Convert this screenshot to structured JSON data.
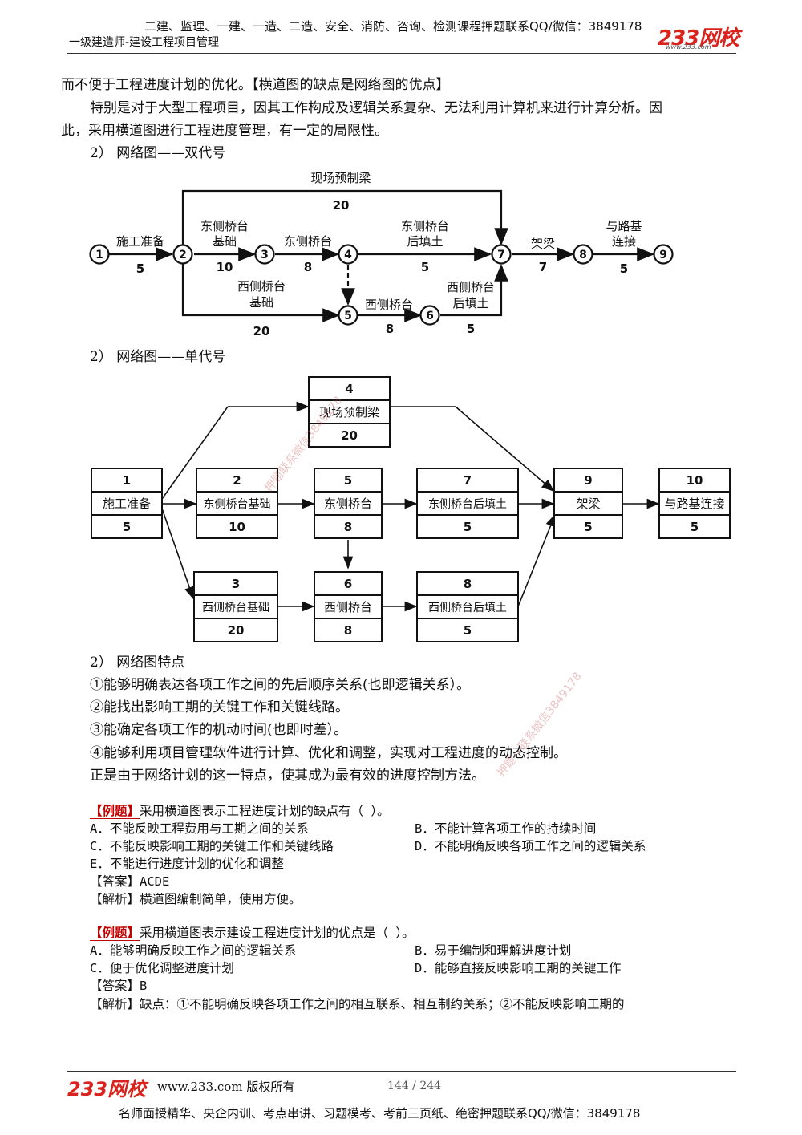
{
  "header": {
    "ad_line": "二建、监理、一建、一造、二造、安全、消防、咨询、检测课程押题联系QQ/微信：3849178",
    "subtitle": "一级建造师-建设工程项目管理",
    "logo": "233网校",
    "logo_url": "www.233.com"
  },
  "body": {
    "p1": "而不便于工程进度计划的优化。【横道图的缺点是网络图的优点】",
    "p2a": "特别是对于大型工程项目，因其工作构成及逻辑关系复杂、无法利用计算机来进行计算分析。因",
    "p2b": "此，采用横道图进行工程进度管理，有一定的局限性。",
    "h_double": "2） 网络图——双代号",
    "h_single": "2） 网络图——单代号",
    "h_feature": "2） 网络图特点",
    "f1": "①能够明确表达各项工作之间的先后顺序关系(也即逻辑关系）。",
    "f2": "②能找出影响工期的关键工作和关键线路。",
    "f3": "③能确定各项工作的机动时间(也即时差）。",
    "f4": "④能够利用项目管理软件进行计算、优化和调整，实现对工程进度的动态控制。",
    "f5": "正是由于网络计划的这一特点，使其成为最有效的进度控制方法。"
  },
  "double_code": {
    "nodes": [
      "1",
      "2",
      "3",
      "4",
      "5",
      "6",
      "7",
      "8",
      "9"
    ],
    "top_label": "现场预制梁",
    "top_dur": "20",
    "a12_label": "施工准备",
    "a12_dur": "5",
    "a23_label1": "东侧桥台",
    "a23_label2": "基础",
    "a23_dur": "10",
    "a34_label": "东侧桥台",
    "a34_dur": "8",
    "a47_label1": "东侧桥台",
    "a47_label2": "后填土",
    "a47_dur": "5",
    "a78_label": "架梁",
    "a78_dur": "7",
    "a89_label1": "与路基",
    "a89_label2": "连接",
    "a89_dur": "5",
    "a25_label1": "西侧桥台",
    "a25_label2": "基础",
    "a25_dur": "20",
    "a56_label": "西侧桥台",
    "a56_dur": "8",
    "a67_label1": "西侧桥台",
    "a67_label2": "后填土",
    "a67_dur": "5"
  },
  "single_code": {
    "boxes": [
      {
        "id": "4",
        "name": "现场预制梁",
        "dur": "20"
      },
      {
        "id": "1",
        "name": "施工准备",
        "dur": "5"
      },
      {
        "id": "2",
        "name": "东侧桥台基础",
        "dur": "10"
      },
      {
        "id": "5",
        "name": "东侧桥台",
        "dur": "8"
      },
      {
        "id": "7",
        "name": "东侧桥台后填土",
        "dur": "5"
      },
      {
        "id": "9",
        "name": "架梁",
        "dur": "5"
      },
      {
        "id": "10",
        "name": "与路基连接",
        "dur": "5"
      },
      {
        "id": "3",
        "name": "西侧桥台基础",
        "dur": "20"
      },
      {
        "id": "6",
        "name": "西侧桥台",
        "dur": "8"
      },
      {
        "id": "8",
        "name": "西侧桥台后填土",
        "dur": "5"
      }
    ]
  },
  "example1": {
    "tag": "【例题】",
    "stem": "采用横道图表示工程进度计划的缺点有（    ）。",
    "A": "A．不能反映工程费用与工期之间的关系",
    "B": "B．不能计算各项工作的持续时间",
    "C": "C．不能反映影响工期的关键工作和关键线路",
    "D": "D．不能明确反映各项工作之间的逻辑关系",
    "E": "E．不能进行进度计划的优化和调整",
    "answer": "【答案】ACDE",
    "analysis": "【解析】横道图编制简单，使用方便。"
  },
  "example2": {
    "tag": "【例题】",
    "stem": "采用横道图表示建设工程进度计划的优点是（    ）。",
    "A": "A．能够明确反映工作之间的逻辑关系",
    "B": "B．易于编制和理解进度计划",
    "C": "C．便于优化调整进度计划",
    "D": "D．能够直接反映影响工期的关键工作",
    "answer": "【答案】B",
    "analysis": "【解析】缺点：①不能明确反映各项工作之间的相互联系、相互制约关系；②不能反映影响工期的"
  },
  "footer": {
    "logo": "233网校",
    "site": "www.233.com 版权所有",
    "page": "144 / 244",
    "ad": "名师面授精华、央企内训、考点串讲、习题模考、考前三页纸、绝密押题联系QQ/微信：3849178"
  },
  "watermarks": {
    "w1": "押题联系微信3849178",
    "w2": "押题—联系微信3849178"
  }
}
